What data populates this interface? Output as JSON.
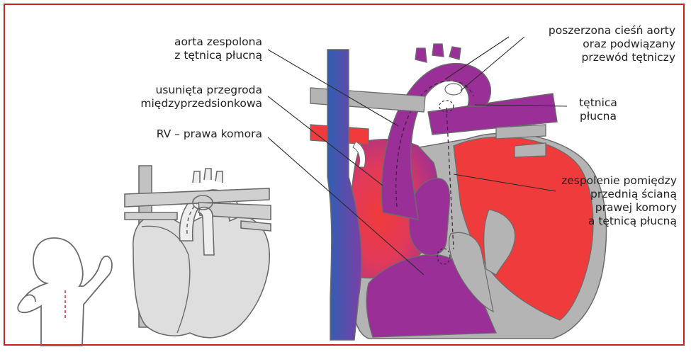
{
  "colors": {
    "frame": "#c5221f",
    "vein_blue": "#2f5fb3",
    "oxygenated_red": "#ef3b3b",
    "mixed_purple": "#9a2f97",
    "wall_gray": "#b4b4b4",
    "outline_gray": "#6b6b6b"
  },
  "labels": {
    "aorta_line1": "aorta zespolona",
    "aorta_line2": "z tętnicą płucną",
    "septum_line1": "usunięta przegroda",
    "septum_line2": "międzyprzedsionkowa",
    "rv": "RV – prawa komora",
    "isthmus_line1": "poszerzona cieśń aorty",
    "isthmus_line2": "oraz podwiązany",
    "isthmus_line3": "przewód tętniczy",
    "pa_line1": "tętnica",
    "pa_line2": "płucna",
    "anast_line1": "zespolenie pomiędzy",
    "anast_line2": "przednią ścianą",
    "anast_line3": "prawej komory",
    "anast_line4": "a tętnicą płucną"
  }
}
